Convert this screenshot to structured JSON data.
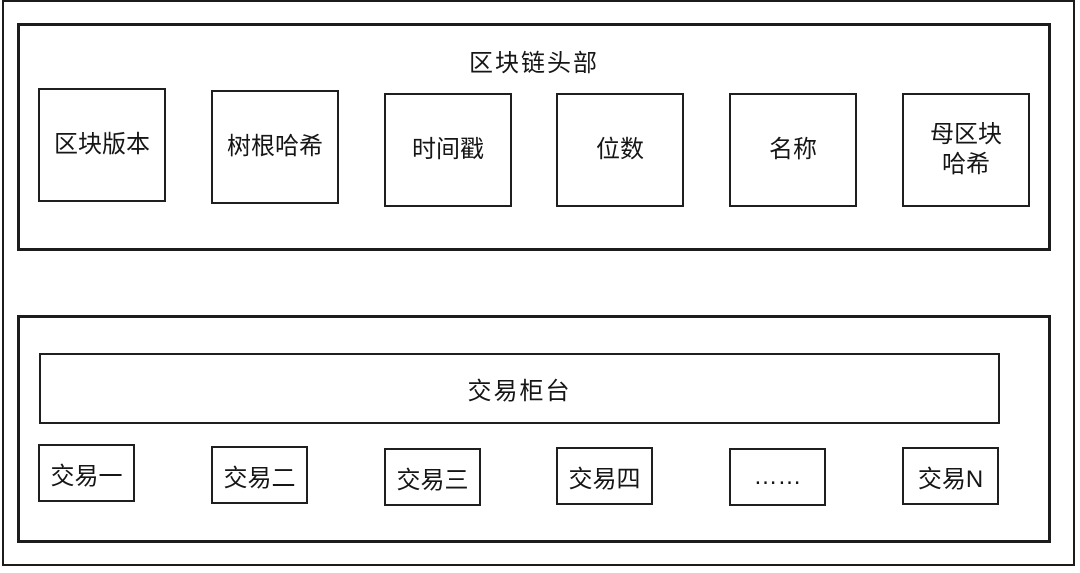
{
  "colors": {
    "line": "#1c1c1c",
    "text": "#161616",
    "background": "#ffffff"
  },
  "header_section": {
    "title": "区块链头部",
    "fields": [
      {
        "label": "区块版本"
      },
      {
        "label": "树根哈希"
      },
      {
        "label": "时间戳"
      },
      {
        "label": "位数"
      },
      {
        "label": "名称"
      },
      {
        "label": "母区块哈希"
      }
    ]
  },
  "transaction_section": {
    "banner": "交易柜台",
    "transactions": [
      {
        "label": "交易一"
      },
      {
        "label": "交易二"
      },
      {
        "label": "交易三"
      },
      {
        "label": "交易四"
      },
      {
        "label": "……"
      },
      {
        "label": "交易N"
      }
    ]
  }
}
